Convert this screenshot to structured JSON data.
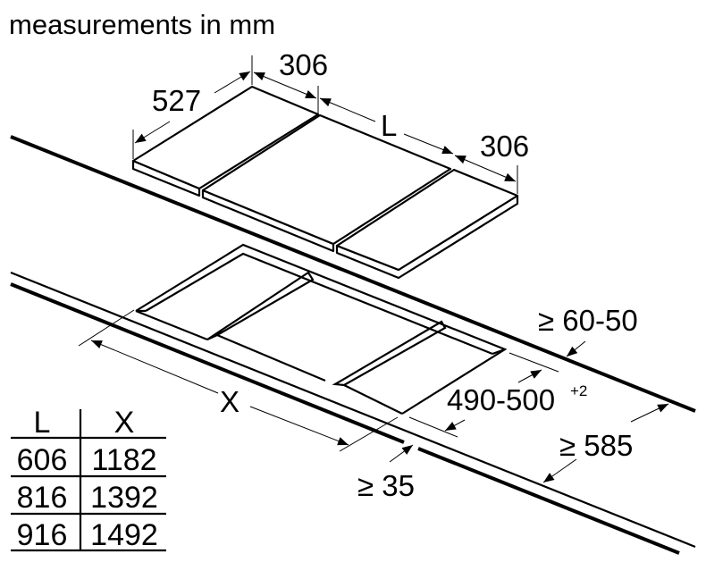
{
  "title": "measurements in mm",
  "dimensions": {
    "depth": "527",
    "left_width": "306",
    "middle_width": "L",
    "right_width": "306",
    "worktop_back": "≥ 60-50",
    "cutout_depth": "490-500",
    "cutout_depth_tolerance": "+2",
    "cutout_length": "X",
    "worktop_depth": "≥ 585",
    "front_distance": "≥ 35"
  },
  "table": {
    "headers": [
      "L",
      "X"
    ],
    "rows": [
      [
        "606",
        "1182"
      ],
      [
        "816",
        "1392"
      ],
      [
        "916",
        "1492"
      ]
    ]
  }
}
